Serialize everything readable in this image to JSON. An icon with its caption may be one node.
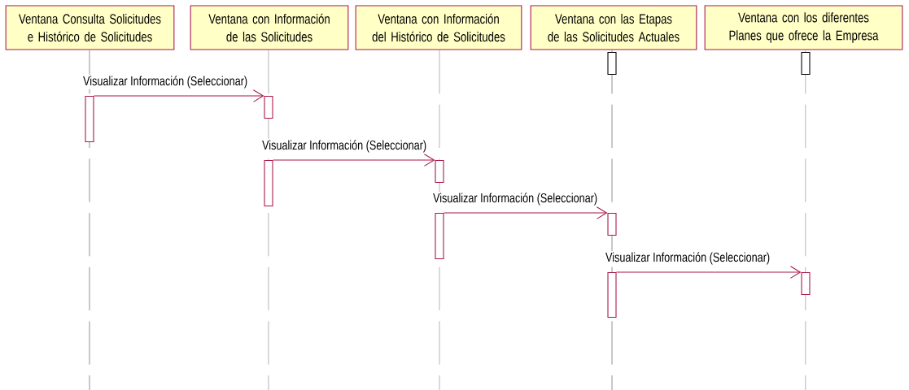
{
  "diagram": {
    "nodes": [
      {
        "text": [
          "Ventana Consulta Solicitudes e Histórico de Solicitudes"
        ]
      },
      {
        "text": [
          "Ventana con Información de las Solicitudes"
        ]
      },
      {
        "text": [
          "Ventana con Información del Histórico de Solicitudes"
        ]
      },
      {
        "text": [
          "Ventana con las Etapas de las Solicitudes Actuales"
        ]
      },
      {
        "text": [
          "Ventana con los diferentes Planes que ofrece la Empresa"
        ]
      },
      {
        "text": [],
        "shape": "bar"
      },
      {
        "text": [],
        "shape": "bar"
      },
      {
        "text": [],
        "shape": "bar"
      },
      {
        "text": [],
        "shape": "bar"
      },
      {
        "text": [],
        "shape": "bar"
      },
      {
        "text": [],
        "shape": "bar"
      },
      {
        "text": [],
        "shape": "bar"
      },
      {
        "text": [],
        "shape": "bar"
      },
      {
        "text": [],
        "shape": "bar"
      },
      {
        "text": [],
        "shape": "bar"
      }
    ],
    "edges": [
      {
        "from": 7,
        "to": 8,
        "arrow": "to",
        "label": "Visualizar Información (Seleccionar)"
      },
      {
        "from": 9,
        "to": 10,
        "arrow": "to",
        "label": "Visualizar Información (Seleccionar)"
      },
      {
        "from": 11,
        "to": 12,
        "arrow": "to",
        "label": "Visualizar Información (Seleccionar)"
      },
      {
        "from": 13,
        "to": 14,
        "arrow": "to",
        "label": "Visualizar Información (Seleccionar)"
      }
    ]
  }
}
